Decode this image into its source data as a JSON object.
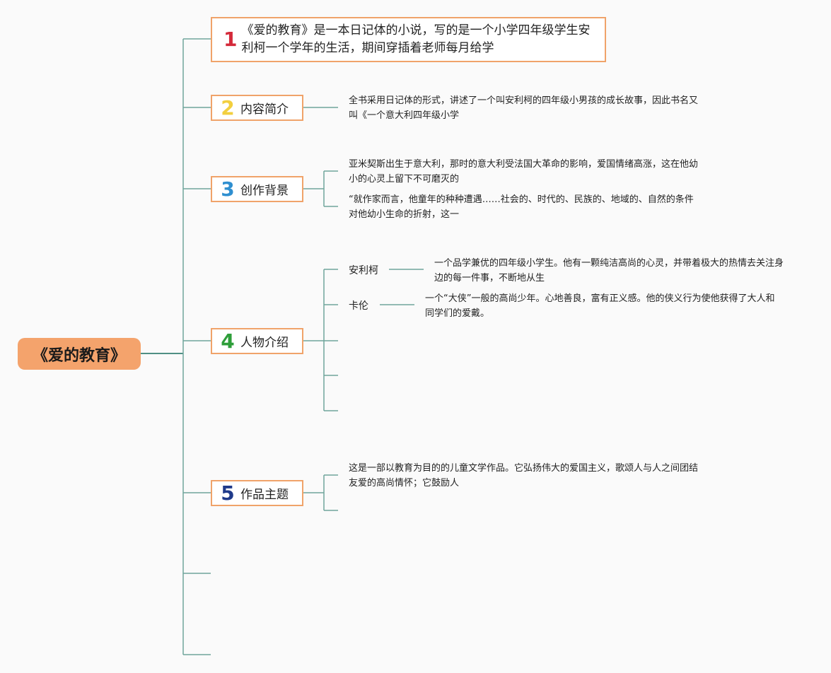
{
  "root": {
    "label": "《爱的教育》",
    "color": "#f4a36c"
  },
  "topics": [
    {
      "num": "1",
      "num_color": "#d42a3a",
      "label": "《爱的教育》是一本日记体的小说，写的是一个小学四年级学生安利柯一个学年的生活，期间穿插着老师每月给学"
    },
    {
      "num": "2",
      "num_color": "#f2cf3f",
      "label": "内容简介"
    },
    {
      "num": "3",
      "num_color": "#2f8fd0",
      "label": "创作背景"
    },
    {
      "num": "4",
      "num_color": "#2e9e3a",
      "label": "人物介绍"
    },
    {
      "num": "5",
      "num_color": "#1f3a8a",
      "label": "作品主题"
    }
  ],
  "notes": {
    "summary": "全书采用日记体的形式，讲述了一个叫安利柯的四年级小男孩的成长故事，因此书名又叫《一个意大利四年级小学",
    "background_1": "亚米契斯出生于意大利，那时的意大利受法国大革命的影响，爱国情绪高涨，这在他幼小的心灵上留下不可磨灭的",
    "background_2": "“就作家而言，他童年的种种遭遇……社会的、时代的、民族的、地域的、自然的条件对他幼小生命的折射，这一",
    "theme": "这是一部以教育为目的的儿童文学作品。它弘扬伟大的爱国主义，歌颂人与人之间团结友爱的高尚情怀；它鼓励人"
  },
  "characters": [
    {
      "name": "安利柯",
      "desc": "一个品学兼优的四年级小学生。他有一颗纯洁高尚的心灵，并带着极大的热情去关注身边的每一件事，不断地从生"
    },
    {
      "name": "卡伦",
      "desc": "一个“大侠”一般的高尚少年。心地善良，富有正义感。他的侠义行为使他获得了大人和同学们的爱戴。"
    }
  ],
  "colors": {
    "line": "#6fa59b",
    "line_main": "#4f8f84",
    "border": "#f0a36a"
  }
}
